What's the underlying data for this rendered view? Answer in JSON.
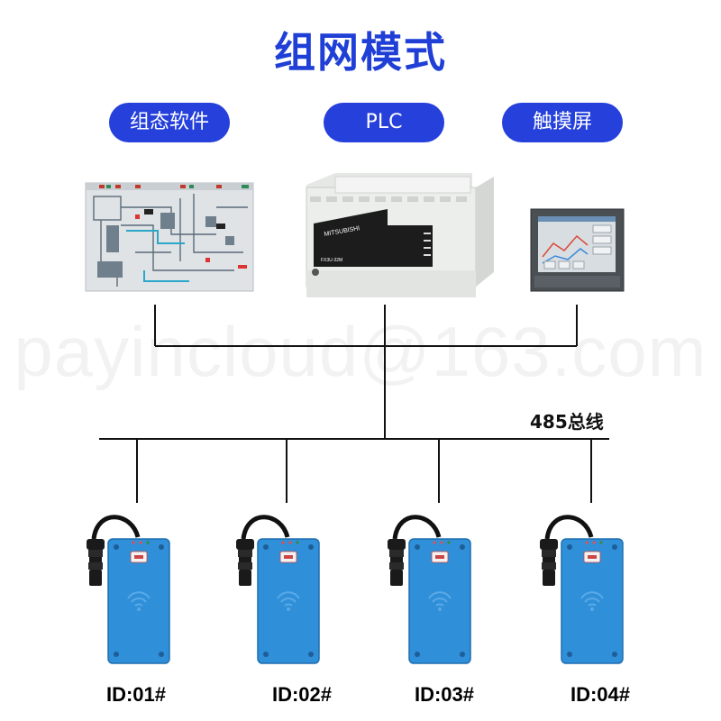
{
  "title": "组网模式",
  "top_labels": [
    "组态软件",
    "PLC",
    "触摸屏"
  ],
  "plc_brand": "MITSUBISHI",
  "plc_model": "FX3U-32M",
  "bus_label": "485总线",
  "watermark": "payincloud@163.com",
  "devices": [
    {
      "id_label": "ID:01#"
    },
    {
      "id_label": "ID:02#"
    },
    {
      "id_label": "ID:03#"
    },
    {
      "id_label": "ID:04#"
    }
  ],
  "colors": {
    "title": "#1f3fd6",
    "pill": "#2540db",
    "sensor_body": "#2f8fd8",
    "line": "#111111"
  }
}
